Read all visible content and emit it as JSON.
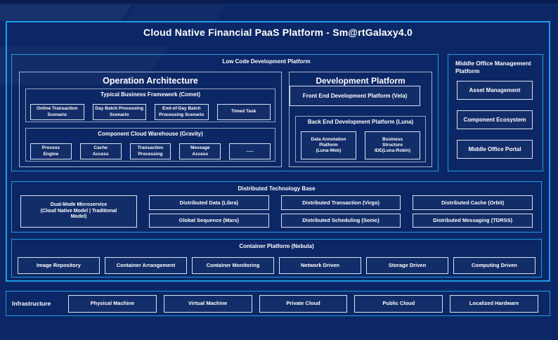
{
  "title": "Cloud Native Financial PaaS Platform - Sm@rtGalaxy4.0",
  "colors": {
    "background": "#0C2765",
    "accent_border": "#1E9BE8",
    "inner_border": "#A7B4CE",
    "leaf_border": "#DCE3F0",
    "text": "#FFFFFF"
  },
  "low_code": {
    "label": "Low Code Development Platform",
    "operation_architecture": {
      "title": "Operation Architecture",
      "typical_business_framework": {
        "label": "Typical Business Framework (Comet)",
        "items": [
          "Online Transaction\nScenario",
          "Day Batch Processing\nScenario",
          "End-of-Day Batch\nProcessing Scenario",
          "Timed Task"
        ]
      },
      "component_cloud_warehouse": {
        "label": "Component Cloud Warehouse (Gravity)",
        "items": [
          "Process\nEngine",
          "Cache\nAccess",
          "Transaction\nProcessing",
          "Message\nAccess",
          "......"
        ]
      }
    },
    "development_platform": {
      "title": "Development Platform",
      "front_end": "Front End Development Platform (Vela)",
      "back_end": {
        "label": "Back End Development Platform (Luna)",
        "items": [
          "Data Annotation\nPlatform\n(Luna-Web)",
          "Business\nStructure\nIDE(Luna-Robin)"
        ]
      }
    }
  },
  "middle_office": {
    "label": "Middle Office Management Platform",
    "items": [
      "Asset Management",
      "Component Ecosystem",
      "Middle Office Portal"
    ]
  },
  "distributed": {
    "label": "Distributed Technology Base",
    "dual_mode": "Dual-Mode Microservice\n(Cloud Native Model | Traditional\nModel)",
    "col1": [
      "Distributed Data (Libra)",
      "Global Sequence (Mars)"
    ],
    "col2": [
      "Distributed Transaction (Virgo)",
      "Distributed Scheduling (Sonic)"
    ],
    "col3": [
      "Distributed Cache (Orbit)",
      "Distributed Messaging (TDRSS)"
    ]
  },
  "container_platform": {
    "label": "Container Platform (Nebula)",
    "items": [
      "Image Repository",
      "Container Arrangement",
      "Container Monitoring",
      "Network Driven",
      "Storage Driven",
      "Computing Driven"
    ]
  },
  "infrastructure": {
    "label": "Infrastructure",
    "items": [
      "Physical Machine",
      "Virtual Machine",
      "Private Cloud",
      "Public Cloud",
      "Localized Hardware"
    ]
  }
}
